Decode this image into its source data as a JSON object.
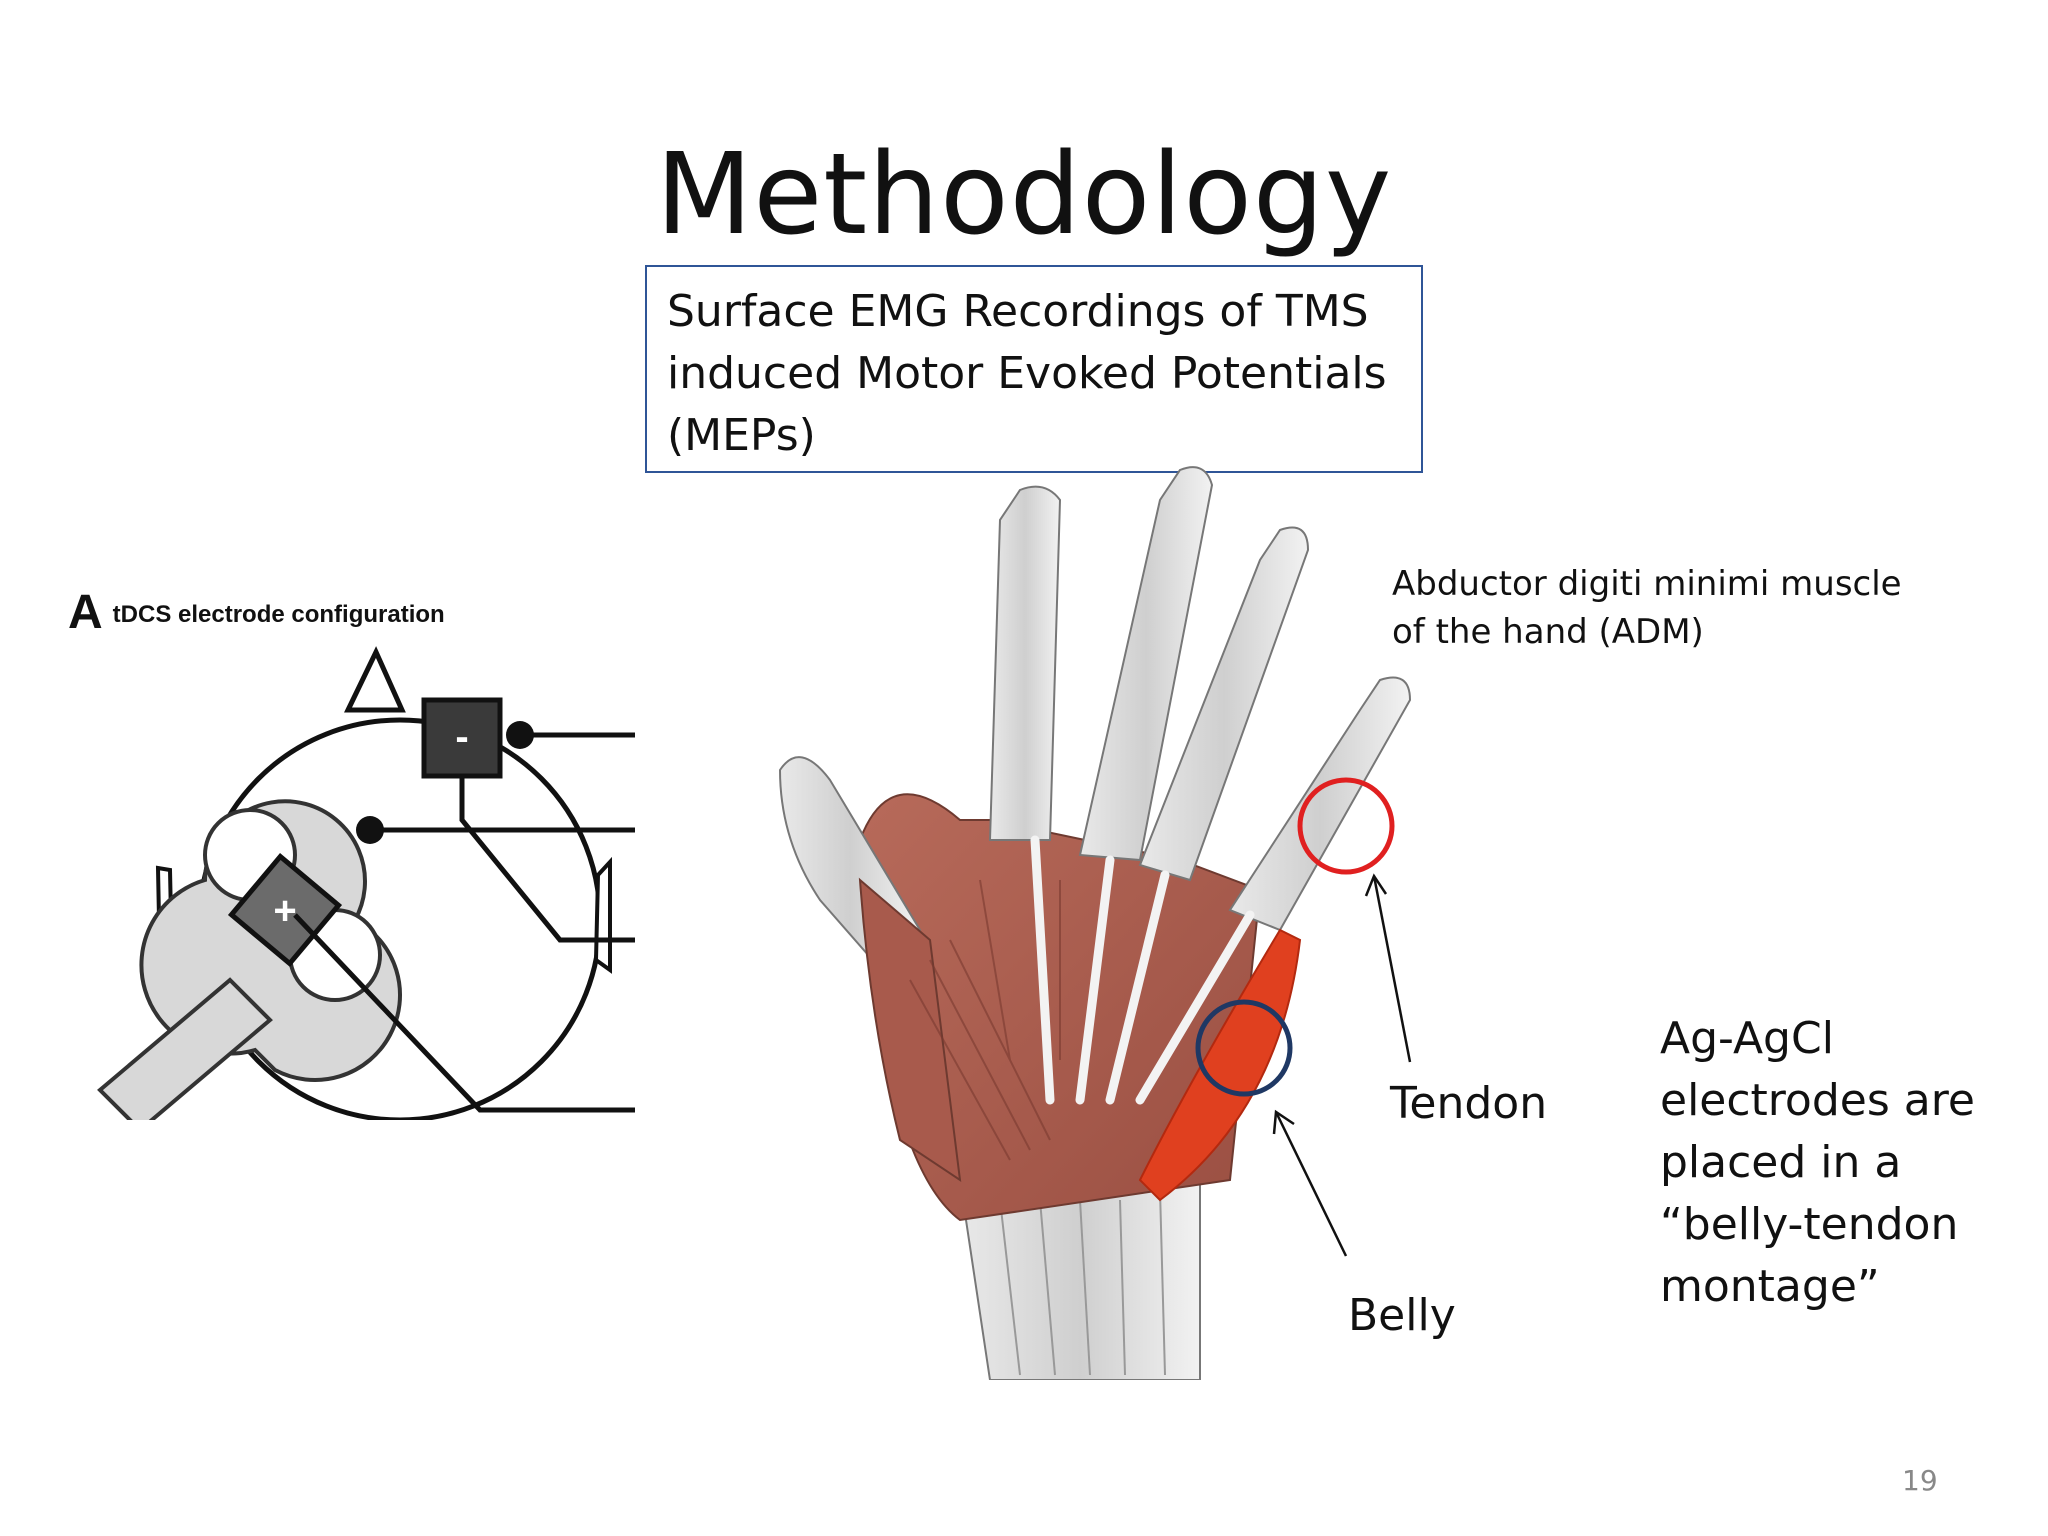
{
  "slide": {
    "title": "Methodology",
    "page_number": "19"
  },
  "info_box": {
    "lines": [
      "Surface EMG Recordings of TMS",
      "induced Motor Evoked Potentials",
      "(MEPs)"
    ],
    "border_color": "#2f5597"
  },
  "tdcs_figure": {
    "panel_letter": "A",
    "caption": "tDCS electrode configuration",
    "anode_symbol": "+",
    "cathode_symbol": "-"
  },
  "hand_figure": {
    "muscle_label_lines": [
      "Abductor digiti minimi muscle",
      "of the hand (ADM)"
    ],
    "tendon_label": "Tendon",
    "belly_label": "Belly",
    "tendon_marker_color": "#e02020",
    "belly_marker_color": "#1f3864",
    "muscle_highlight_color": "#e0401f"
  },
  "electrode_note": {
    "lines": [
      "Ag-AgCl",
      "electrodes are",
      "placed in a",
      "“belly-tendon",
      "montage”"
    ]
  }
}
